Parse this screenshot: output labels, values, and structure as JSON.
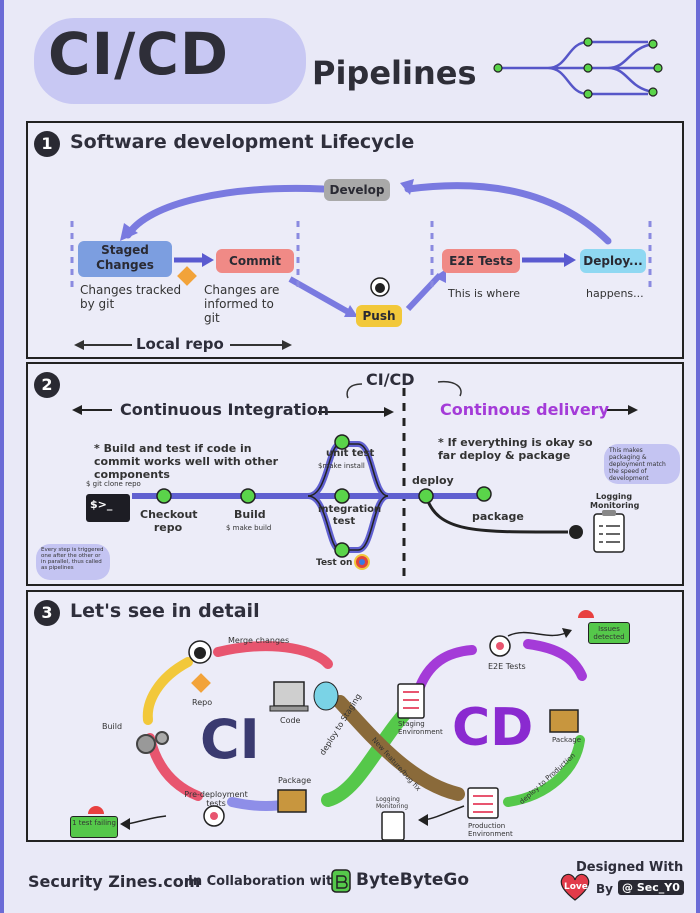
{
  "header": {
    "title": "CI/CD",
    "subtitle": "Pipelines"
  },
  "section1": {
    "number": "1",
    "title": "Software development Lifecycle",
    "develop": "Develop",
    "staged": "Staged Changes",
    "commit": "Commit",
    "push": "Push",
    "e2e": "E2E Tests",
    "deploy": "Deploy...",
    "note_staged": "Changes tracked by git",
    "note_commit": "Changes are informed to git",
    "note_e2e": "This is where",
    "note_deploy": "happens...",
    "local_repo": "Local repo"
  },
  "section2": {
    "number": "2",
    "cicd_label": "CI/CD",
    "ci_label": "Continuous Integration",
    "cd_label": "Continous delivery",
    "ci_note": "* Build and test if code in commit works well with other components",
    "cd_note": "* If everything is okay so far deploy & package",
    "cd_sticky": "This makes packaging & deployment match the speed of development",
    "git_clone": "$ git clone repo",
    "terminal": "$>_",
    "checkout": "Checkout repo",
    "build": "Build",
    "build_cmd": "$ make build",
    "unit_test": "unit test",
    "unit_cmd": "$make install",
    "integration": "integration test",
    "test_on": "Test on",
    "deploy": "deploy",
    "package": "package",
    "logging": "Logging Monitoring",
    "ci_sticky": "Every step is triggered one after the other or in parallel, thus called as pipelines"
  },
  "section3": {
    "number": "3",
    "title": "Let's see in detail",
    "ci": "CI",
    "cd": "CD",
    "merge": "Merge changes",
    "repo": "Repo",
    "code": "Code",
    "build": "Build",
    "package": "Package",
    "predeploy": "Pre-deployment tests",
    "test_failing": "1 test failing",
    "deploy_staging": "deploy to Staging",
    "new_feature": "New feature/bug fix",
    "e2e": "E2E Tests",
    "issues": "Issues detected",
    "staging_env": "Staging Environment",
    "cd_package": "Package",
    "deploy_production": "deploy to Production",
    "production_env": "Production Environment",
    "logging": "Logging Monitoring"
  },
  "footer": {
    "brand": "Security Zines.com",
    "collab": "In Collaboration with",
    "partner": "ByteByteGo",
    "designed_with": "Designed With",
    "love": "Love",
    "by": "By",
    "author": "@ Sec_Y0"
  },
  "colors": {
    "accent": "#6b6bd6",
    "pink": "#e8556f",
    "yellow": "#f2c83a",
    "green": "#55c84a",
    "purple": "#a43bd8",
    "brown": "#8a6a3a"
  }
}
